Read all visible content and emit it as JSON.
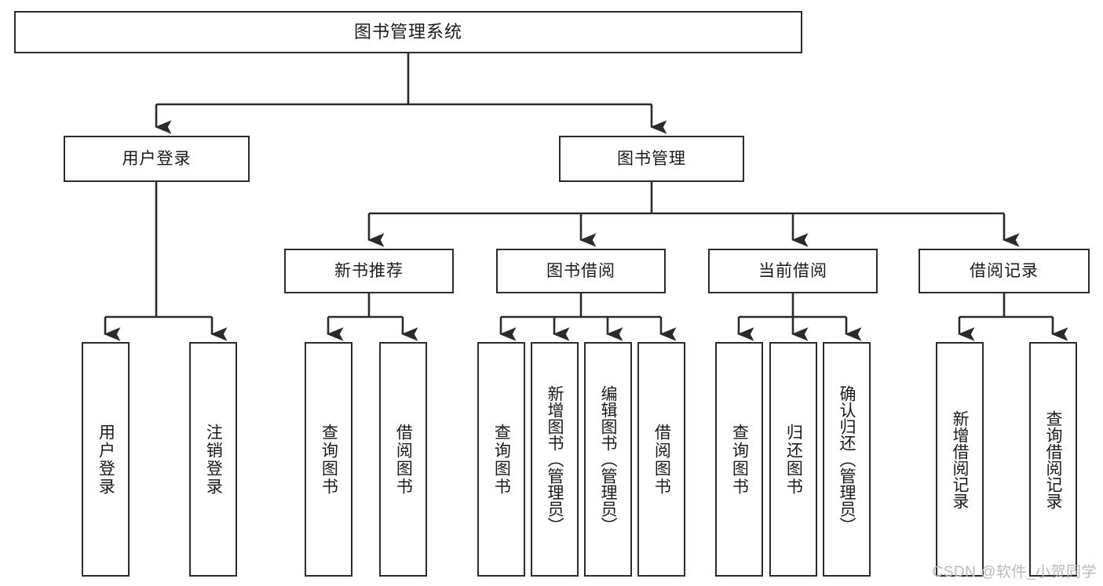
{
  "diagram": {
    "type": "tree-hierarchy",
    "title": "图书管理系统",
    "watermark": "CSDN @软件_小贺同学",
    "colors": {
      "stroke": "#2b2b2b",
      "fill": "#ffffff",
      "text": "#1a1a1a",
      "watermark": "#b9b9b9"
    },
    "nodes": {
      "root": {
        "label": "图书管理系统"
      },
      "level2": [
        {
          "id": "user-login",
          "label": "用户登录"
        },
        {
          "id": "book-manage",
          "label": "图书管理"
        }
      ],
      "level3": [
        {
          "id": "new-book-recommend",
          "label": "新书推荐",
          "parent": "book-manage"
        },
        {
          "id": "book-borrow",
          "label": "图书借阅",
          "parent": "book-manage"
        },
        {
          "id": "current-borrow",
          "label": "当前借阅",
          "parent": "book-manage"
        },
        {
          "id": "borrow-record",
          "label": "借阅记录",
          "parent": "book-manage"
        }
      ],
      "leaves": [
        {
          "id": "leaf-user-login",
          "label": "用户登录",
          "parent": "user-login"
        },
        {
          "id": "leaf-logout",
          "label": "注销登录",
          "parent": "user-login"
        },
        {
          "id": "leaf-query-book-1",
          "label": "查询图书",
          "parent": "new-book-recommend"
        },
        {
          "id": "leaf-borrow-book-1",
          "label": "借阅图书",
          "parent": "new-book-recommend"
        },
        {
          "id": "leaf-query-book-2",
          "label": "查询图书",
          "parent": "book-borrow"
        },
        {
          "id": "leaf-add-book",
          "label": "新增图书（管理员）",
          "parent": "book-borrow"
        },
        {
          "id": "leaf-edit-book",
          "label": "编辑图书（管理员）",
          "parent": "book-borrow"
        },
        {
          "id": "leaf-borrow-book-2",
          "label": "借阅图书",
          "parent": "book-borrow"
        },
        {
          "id": "leaf-query-book-3",
          "label": "查询图书",
          "parent": "current-borrow"
        },
        {
          "id": "leaf-return-book",
          "label": "归还图书",
          "parent": "current-borrow"
        },
        {
          "id": "leaf-confirm-return",
          "label": "确认归还（管理员）",
          "parent": "current-borrow"
        },
        {
          "id": "leaf-add-record",
          "label": "新增借阅记录",
          "parent": "borrow-record"
        },
        {
          "id": "leaf-query-record",
          "label": "查询借阅记录",
          "parent": "borrow-record"
        }
      ]
    }
  }
}
